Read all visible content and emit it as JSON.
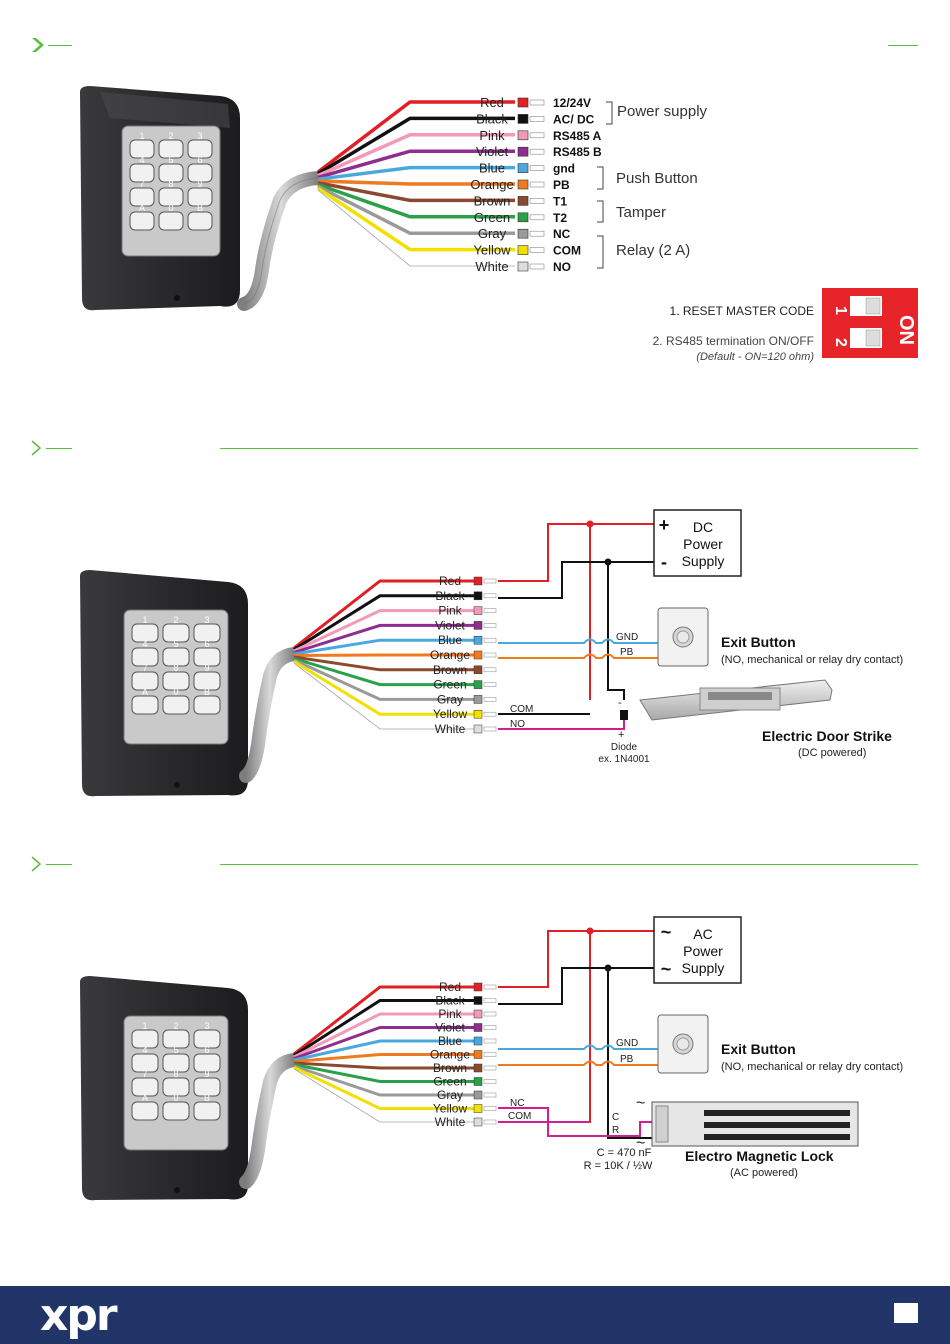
{
  "brand": {
    "logo_text": "xpr"
  },
  "colors": {
    "rule": "#5cbf3a",
    "footer": "#213568",
    "dip_switch": "#e8242b",
    "wire_red": "#e01f26",
    "wire_black": "#111111",
    "wire_pink": "#f29ab8",
    "wire_violet": "#8e2e8f",
    "wire_blue": "#4aa8de",
    "wire_orange": "#f07a1f",
    "wire_brown": "#8b4a2f",
    "wire_green": "#2aa048",
    "wire_gray": "#9a9a9a",
    "wire_yellow": "#f2e100",
    "wire_white": "#dddddd",
    "wire_magenta": "#d21f8f"
  },
  "keypad": {
    "keys": [
      "1",
      "2",
      "3",
      "4",
      "5",
      "6",
      "7",
      "8",
      "9",
      "A",
      "0",
      "B"
    ]
  },
  "wiring_table": {
    "rows": [
      {
        "color": "Red",
        "terminal": "12/24V"
      },
      {
        "color": "Black",
        "terminal": "AC/ DC"
      },
      {
        "color": "Pink",
        "terminal": "RS485 A"
      },
      {
        "color": "Violet",
        "terminal": "RS485 B"
      },
      {
        "color": "Blue",
        "terminal": "gnd"
      },
      {
        "color": "Orange",
        "terminal": "PB"
      },
      {
        "color": "Brown",
        "terminal": "T1"
      },
      {
        "color": "Green",
        "terminal": "T2"
      },
      {
        "color": "Gray",
        "terminal": "NC"
      },
      {
        "color": "Yellow",
        "terminal": "COM"
      },
      {
        "color": "White",
        "terminal": "NO"
      }
    ],
    "groups": {
      "power": "Power supply",
      "push": "Push Button",
      "tamper": "Tamper",
      "relay": "Relay (2 A)"
    }
  },
  "dip": {
    "item1": "1. RESET MASTER CODE",
    "item2": "2. RS485 termination ON/OFF",
    "note": "(Default - ON=120 ohm)",
    "on_label": "ON",
    "num1": "1",
    "num2": "2"
  },
  "diagram_dc": {
    "wire_labels": [
      "Red",
      "Black",
      "Pink",
      "Violet",
      "Blue",
      "Orange",
      "Brown",
      "Green",
      "Gray",
      "Yellow",
      "White"
    ],
    "psu_plus": "+",
    "psu_minus": "-",
    "psu_line1": "DC",
    "psu_line2": "Power",
    "psu_line3": "Supply",
    "gnd": "GND",
    "pb": "PB",
    "com": "COM",
    "no": "NO",
    "strike_minus": "-",
    "strike_plus": "+",
    "exit_title": "Exit Button",
    "exit_sub": "(NO, mechanical or relay dry contact)",
    "strike_title": "Electric Door Strike",
    "strike_sub": "(DC powered)",
    "diode1": "Diode",
    "diode2": "ex. 1N4001"
  },
  "diagram_ac": {
    "wire_labels": [
      "Red",
      "Black",
      "Pink",
      "Violet",
      "Blue",
      "Orange",
      "Brown",
      "Green",
      "Gray",
      "Yellow",
      "White"
    ],
    "psu_tilde": "~",
    "psu_line1": "AC",
    "psu_line2": "Power",
    "psu_line3": "Supply",
    "gnd": "GND",
    "pb": "PB",
    "nc": "NC",
    "com": "COM",
    "c_mark": "C",
    "r_mark": "R",
    "lock_title": "Electro Magnetic Lock",
    "lock_sub": "(AC powered)",
    "cap": "C = 470 nF",
    "res": "R = 10K / ½W",
    "exit_title": "Exit Button",
    "exit_sub": "(NO, mechanical or relay dry contact)"
  }
}
